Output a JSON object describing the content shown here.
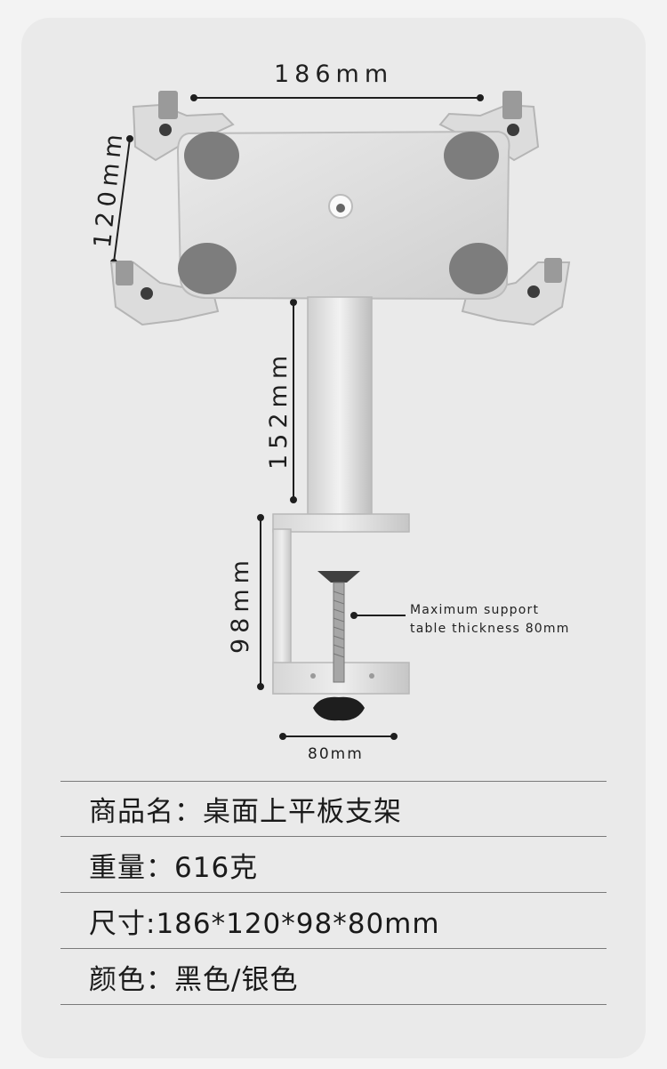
{
  "dimensions": {
    "width": "186mm",
    "height": "120mm",
    "pole": "152mm",
    "clamp": "98mm",
    "base": "80mm"
  },
  "note": {
    "line1": "Maximum support",
    "line2": "table thickness 80mm"
  },
  "specs": [
    {
      "text": "商品名：桌面上平板支架"
    },
    {
      "text": "重量：616克"
    },
    {
      "text": "尺寸:186*120*98*80mm"
    },
    {
      "text": "颜色：黑色/银色"
    }
  ],
  "colors": {
    "page_bg": "#f3f3f3",
    "card_bg": "#eaeaea",
    "metal": "#d9d9d9",
    "pad": "#7d7d7d",
    "text": "#1a1a1a"
  }
}
